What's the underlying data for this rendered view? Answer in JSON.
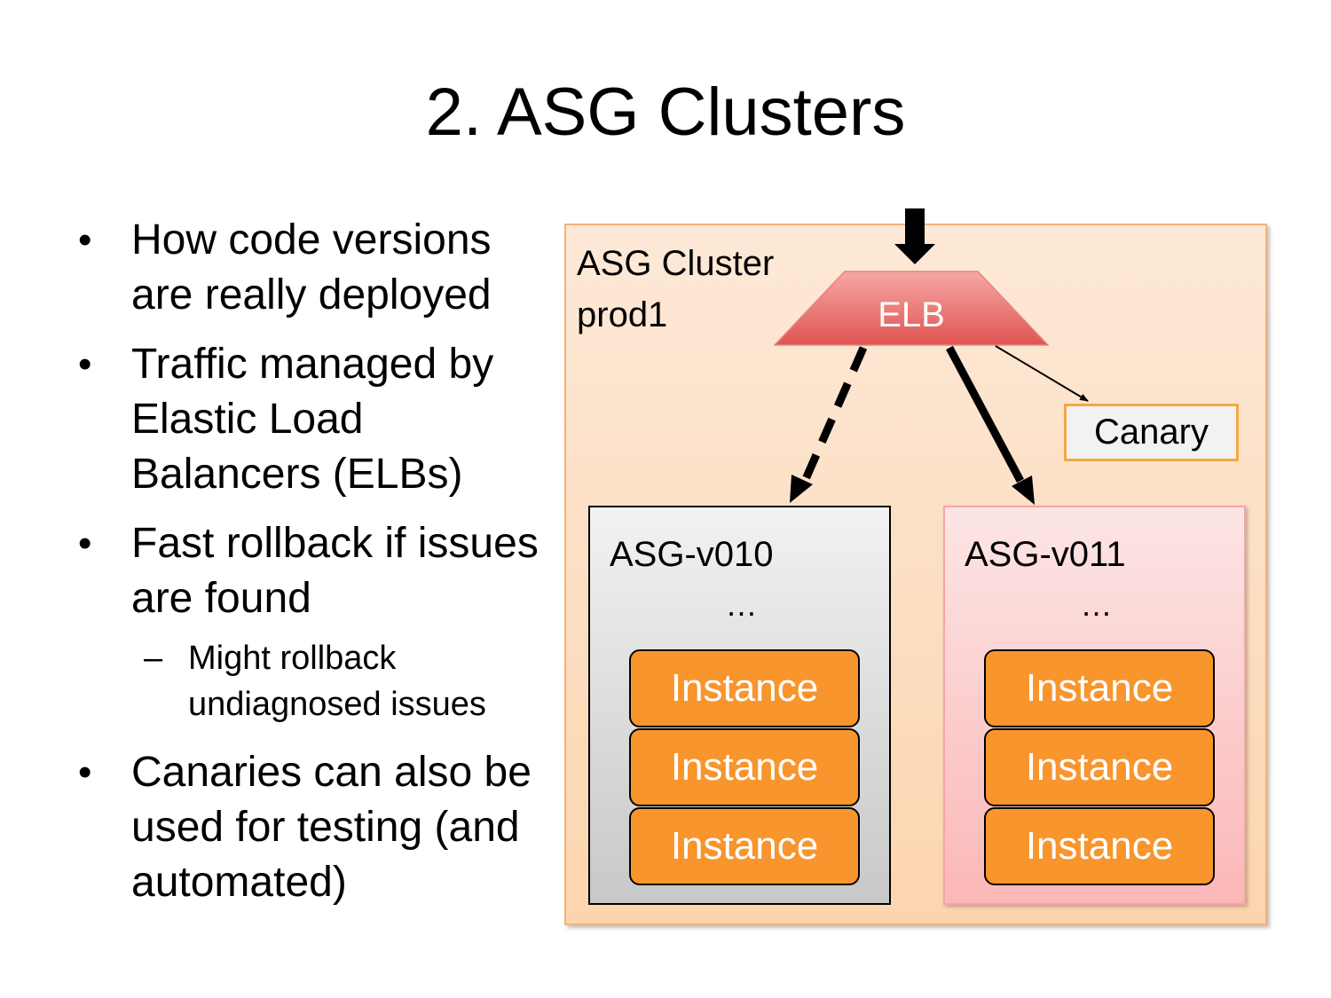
{
  "slide": {
    "title": "2. ASG Clusters"
  },
  "bullets": [
    {
      "text": "How code versions are really deployed"
    },
    {
      "text": "Traffic managed by Elastic Load Balancers (ELBs)"
    },
    {
      "text": "Fast rollback if issues are found"
    },
    {
      "text": "Canaries can also be used for testing (and automated)"
    }
  ],
  "sub_bullet": {
    "text": "Might rollback undiagnosed issues"
  },
  "diagram": {
    "cluster_label": "ASG Cluster prod1",
    "elb_label": "ELB",
    "canary_label": "Canary",
    "asg_old": {
      "name": "ASG-v010",
      "ellipsis": "…",
      "instances": [
        "Instance",
        "Instance",
        "Instance"
      ]
    },
    "asg_new": {
      "name": "ASG-v011",
      "ellipsis": "…",
      "instances": [
        "Instance",
        "Instance",
        "Instance"
      ]
    },
    "colors": {
      "cluster_fill": "#fcdcbc",
      "elb_fill": "#e5605e",
      "instance_fill": "#f8952d",
      "canary_border": "#f5a742",
      "asg_new_fill": "#fbcaca",
      "asg_old_fill": "#e0e0e0"
    }
  }
}
